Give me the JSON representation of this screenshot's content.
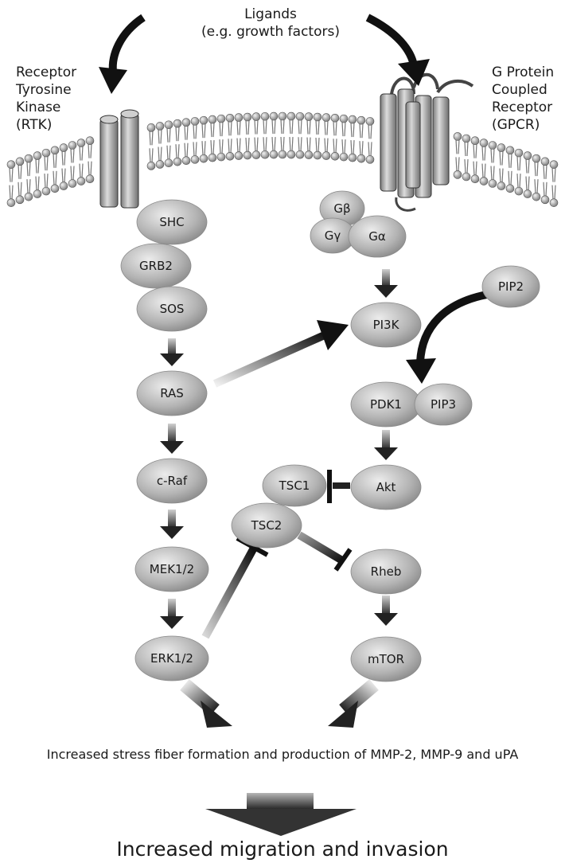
{
  "labels": {
    "ligands_line1": "Ligands",
    "ligands_line2": "(e.g. growth factors)",
    "rtk": [
      "Receptor",
      "Tyrosine",
      "Kinase",
      "(RTK)"
    ],
    "gpcr": [
      "G Protein",
      "Coupled",
      "Receptor",
      "(GPCR)"
    ]
  },
  "nodes": {
    "shc": "SHC",
    "grb2": "GRB2",
    "sos": "SOS",
    "ras": "RAS",
    "craf": "c-Raf",
    "mek": "MEK1/2",
    "erk": "ERK1/2",
    "gbeta": "Gβ",
    "ggamma": "Gγ",
    "galpha": "Gα",
    "pi3k": "PI3K",
    "pip2": "PIP2",
    "pdk1": "PDK1",
    "pip3": "PIP3",
    "akt": "Akt",
    "tsc1": "TSC1",
    "tsc2": "TSC2",
    "rheb": "Rheb",
    "mtor": "mTOR"
  },
  "outcome_text": "Increased stress fiber formation and production of MMP-2, MMP-9 and uPA",
  "final_text": "Increased migration and invasion",
  "colors": {
    "node_light": "#e6e6e6",
    "node_dark": "#8c8c8c",
    "arrow": "#1a1a1a"
  }
}
